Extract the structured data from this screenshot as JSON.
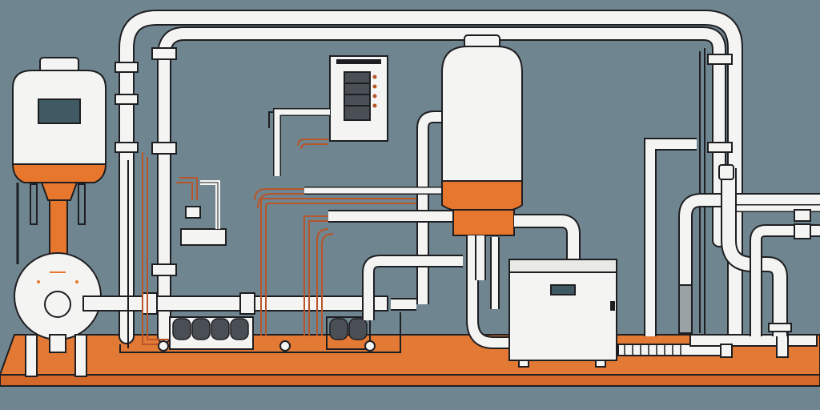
{
  "scene": {
    "colors": {
      "background": "#6f8690",
      "floor": "#e27a35",
      "pipe": "#f4f4f2",
      "outline": "#1e1e22",
      "accent_orange": "#e8772e",
      "copper": "#b8552a",
      "display": "#3f5a62"
    },
    "components": [
      "left-storage-tank",
      "left-pump",
      "control-panel",
      "central-storage-tank",
      "boiler-unit",
      "right-valve-assembly",
      "coil-manifold"
    ]
  }
}
